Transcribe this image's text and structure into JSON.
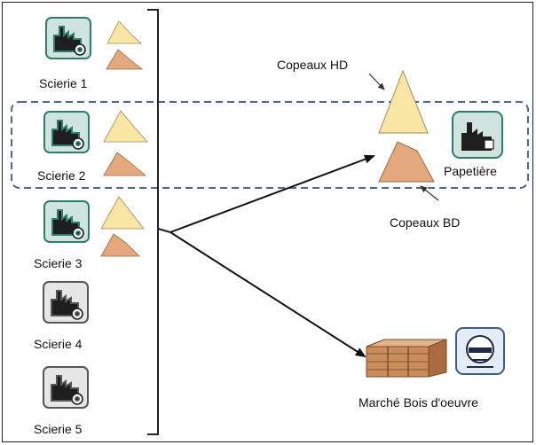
{
  "sawmills": [
    {
      "label": "Scierie 1",
      "active": true
    },
    {
      "label": "Scierie 2",
      "active": true
    },
    {
      "label": "Scierie 3",
      "active": true
    },
    {
      "label": "Scierie 4",
      "active": false
    },
    {
      "label": "Scierie 5",
      "active": false
    }
  ],
  "products": {
    "hd_label": "Copeaux HD",
    "bd_label": "Copeaux BD"
  },
  "destinations": {
    "paper_mill_label": "Papetière",
    "lumber_market_label": "Marché Bois d'oeuvre"
  },
  "colors": {
    "factory_active_fill": "#cfe4df",
    "factory_active_stroke": "#2f7d6e",
    "factory_inactive_fill": "#e6e6e6",
    "factory_inactive_stroke": "#555555",
    "hd_pile": "#f9e5a6",
    "bd_pile": "#e3a97c",
    "dashed_box": "#4a6a8f",
    "arrow": "#111111"
  }
}
